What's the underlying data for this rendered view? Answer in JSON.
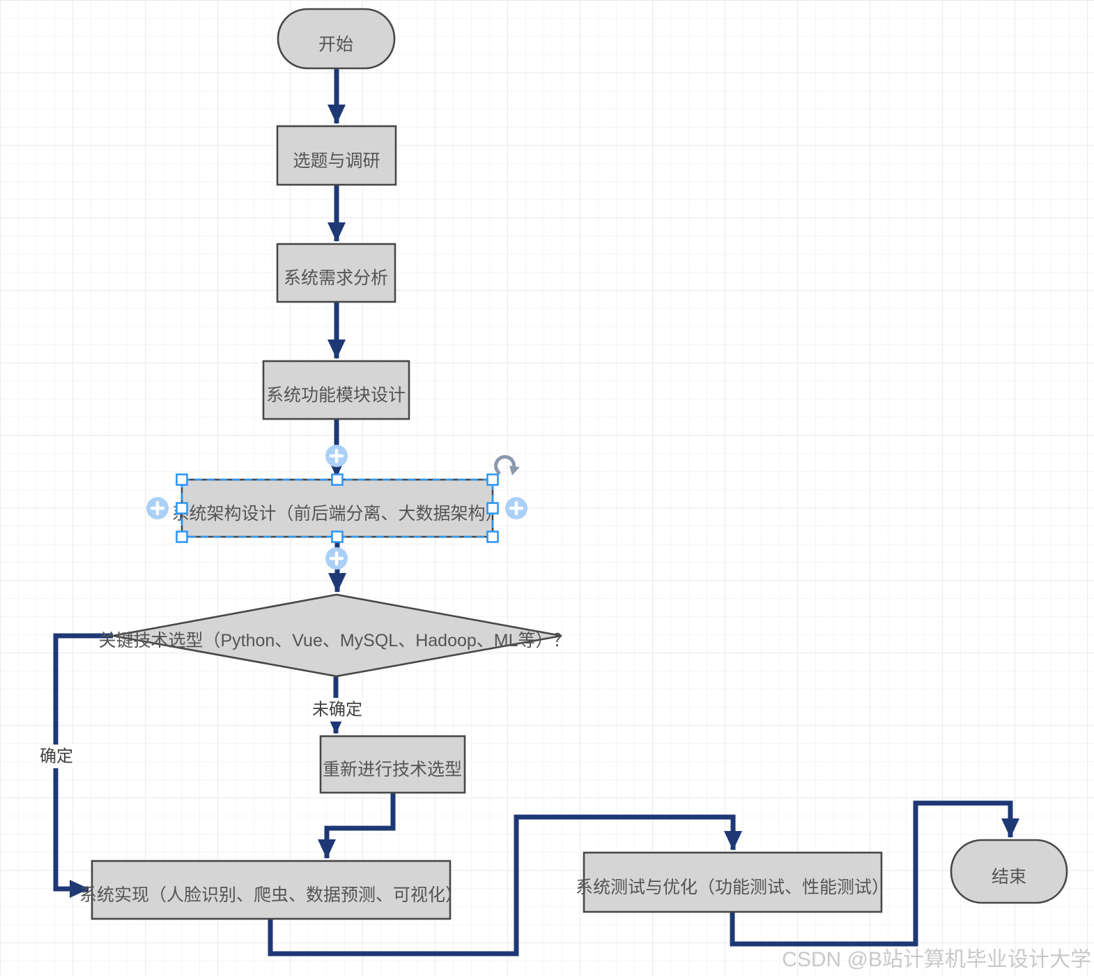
{
  "diagram": {
    "nodes": [
      {
        "id": "start",
        "shape": "stadium",
        "label": "开始"
      },
      {
        "id": "topic",
        "shape": "rect",
        "label": "选题与调研"
      },
      {
        "id": "requirements",
        "shape": "rect",
        "label": "系统需求分析"
      },
      {
        "id": "modules",
        "shape": "rect",
        "label": "系统功能模块设计"
      },
      {
        "id": "architecture",
        "shape": "rect",
        "label": "系统架构设计（前后端分离、大数据架构）",
        "selected": true
      },
      {
        "id": "decision",
        "shape": "diamond",
        "label": "关键技术选型（Python、Vue、MySQL、Hadoop、ML等）？"
      },
      {
        "id": "redo",
        "shape": "rect",
        "label": "重新进行技术选型"
      },
      {
        "id": "implementation",
        "shape": "rect",
        "label": "系统实现（人脸识别、爬虫、数据预测、可视化）"
      },
      {
        "id": "testing",
        "shape": "rect",
        "label": "系统测试与优化（功能测试、性能测试）"
      },
      {
        "id": "end",
        "shape": "stadium",
        "label": "结束"
      }
    ],
    "edges": [
      {
        "from": "start",
        "to": "topic",
        "label": ""
      },
      {
        "from": "topic",
        "to": "requirements",
        "label": ""
      },
      {
        "from": "requirements",
        "to": "modules",
        "label": ""
      },
      {
        "from": "modules",
        "to": "architecture",
        "label": ""
      },
      {
        "from": "architecture",
        "to": "decision",
        "label": ""
      },
      {
        "from": "decision",
        "to": "redo",
        "label": "未确定"
      },
      {
        "from": "redo",
        "to": "implementation",
        "label": ""
      },
      {
        "from": "decision",
        "to": "implementation",
        "label": "确定"
      },
      {
        "from": "implementation",
        "to": "testing",
        "label": ""
      },
      {
        "from": "testing",
        "to": "end",
        "label": ""
      }
    ],
    "selection": {
      "selected_node": "architecture",
      "handle_count": 8,
      "icons": {
        "rotate": "curved-arrow-rotate",
        "direction_buttons": "plus-circle"
      }
    }
  },
  "colors": {
    "node_fill": "#d5d5d5",
    "node_border": "#474747",
    "node_text": "#545454",
    "edge": "#1e3876",
    "selection_blue": "#2e97f2",
    "direction_button_fill": "#abd0f8",
    "rotate_icon": "#8c98ac",
    "watermark": "#c8c8c8",
    "background": "#ffffff"
  },
  "watermark": {
    "text": "CSDN @B站计算机毕业设计大学"
  }
}
